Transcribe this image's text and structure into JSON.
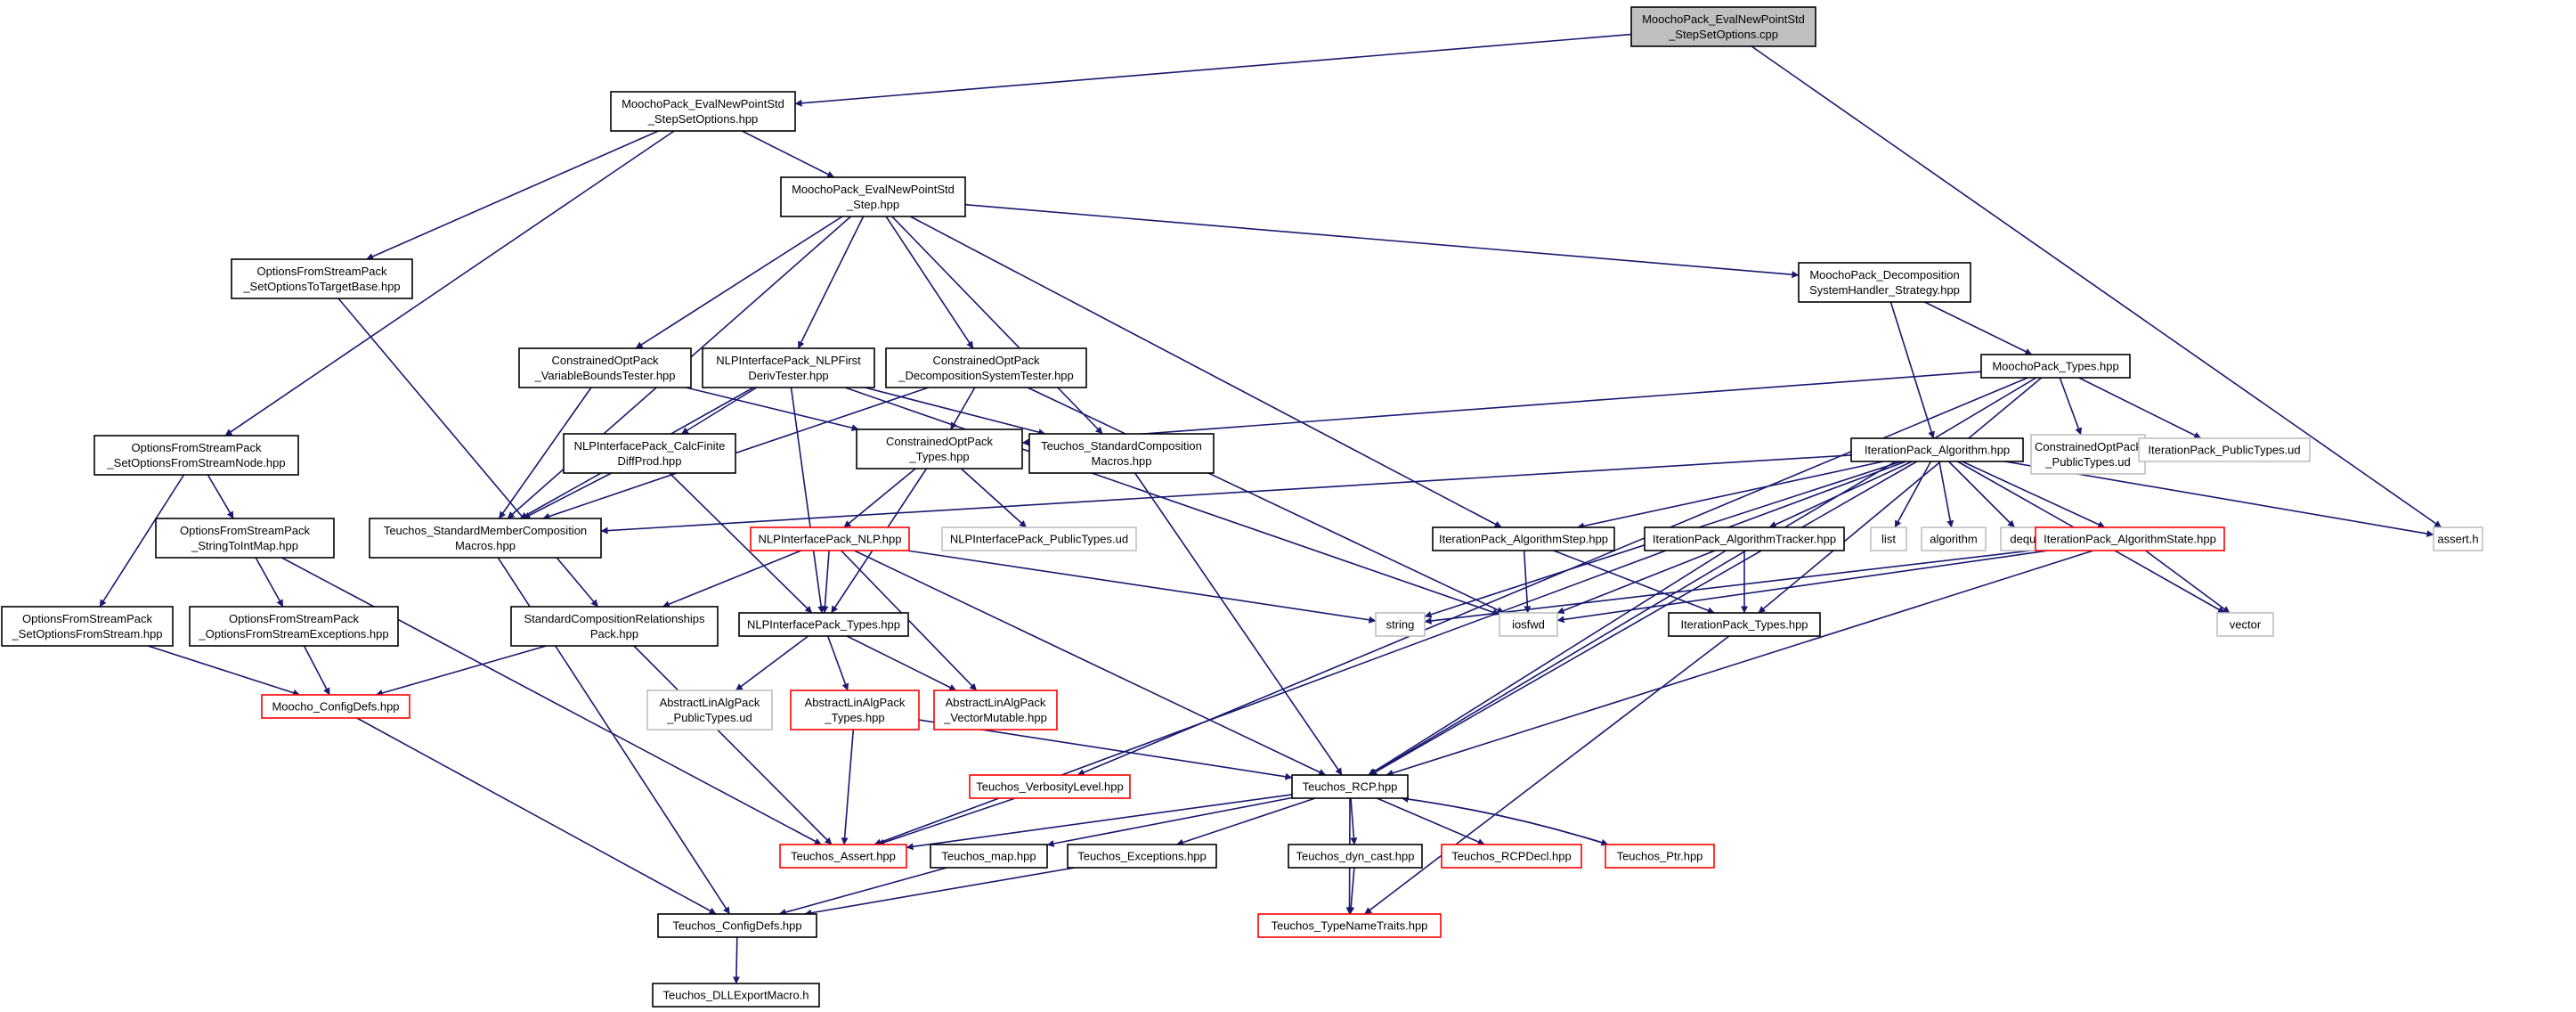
{
  "colors": {
    "edge": "#191970",
    "node_border_default": "#000000",
    "node_border_incomplete": "#ff0000",
    "node_border_external": "#bfbfbf",
    "root_fill": "#bfbfbf"
  },
  "nodes": [
    {
      "id": "root",
      "lines": [
        "MoochoPack_EvalNewPointStd",
        "_StepSetOptions.cpp"
      ],
      "kind": "root"
    },
    {
      "id": "stepsetopt_hpp",
      "lines": [
        "MoochoPack_EvalNewPointStd",
        "_StepSetOptions.hpp"
      ],
      "kind": "normal"
    },
    {
      "id": "step_hpp",
      "lines": [
        "MoochoPack_EvalNewPointStd",
        "_Step.hpp"
      ],
      "kind": "normal"
    },
    {
      "id": "ofs_settarget",
      "lines": [
        "OptionsFromStreamPack",
        "_SetOptionsToTargetBase.hpp"
      ],
      "kind": "normal"
    },
    {
      "id": "decomp_strategy",
      "lines": [
        "MoochoPack_Decomposition",
        "SystemHandler_Strategy.hpp"
      ],
      "kind": "normal"
    },
    {
      "id": "moocho_types",
      "lines": [
        "MoochoPack_Types.hpp"
      ],
      "kind": "normal"
    },
    {
      "id": "varbounds",
      "lines": [
        "ConstrainedOptPack",
        "_VariableBoundsTester.hpp"
      ],
      "kind": "normal"
    },
    {
      "id": "nlpfirst",
      "lines": [
        "NLPInterfacePack_NLPFirst",
        "DerivTester.hpp"
      ],
      "kind": "normal"
    },
    {
      "id": "decompsystester",
      "lines": [
        "ConstrainedOptPack",
        "_DecompositionSystemTester.hpp"
      ],
      "kind": "normal"
    },
    {
      "id": "ofs_node",
      "lines": [
        "OptionsFromStreamPack",
        "_SetOptionsFromStreamNode.hpp"
      ],
      "kind": "normal"
    },
    {
      "id": "calcfinite",
      "lines": [
        "NLPInterfacePack_CalcFinite",
        "DiffProd.hpp"
      ],
      "kind": "normal"
    },
    {
      "id": "cop_types",
      "lines": [
        "ConstrainedOptPack",
        "_Types.hpp"
      ],
      "kind": "normal"
    },
    {
      "id": "std_comp_macros",
      "lines": [
        "Teuchos_StandardComposition",
        "Macros.hpp"
      ],
      "kind": "normal"
    },
    {
      "id": "iter_alg",
      "lines": [
        "IterationPack_Algorithm.hpp"
      ],
      "kind": "normal"
    },
    {
      "id": "cop_publictypes",
      "lines": [
        "ConstrainedOptPack",
        "_PublicTypes.ud"
      ],
      "kind": "external"
    },
    {
      "id": "iter_publictypes",
      "lines": [
        "IterationPack_PublicTypes.ud"
      ],
      "kind": "external"
    },
    {
      "id": "ofs_stringtoint",
      "lines": [
        "OptionsFromStreamPack",
        "_StringToIntMap.hpp"
      ],
      "kind": "normal"
    },
    {
      "id": "std_member_macros",
      "lines": [
        "Teuchos_StandardMemberComposition",
        "Macros.hpp"
      ],
      "kind": "normal"
    },
    {
      "id": "nlp_hpp",
      "lines": [
        "NLPInterfacePack_NLP.hpp"
      ],
      "kind": "incomplete"
    },
    {
      "id": "nlp_publictypes",
      "lines": [
        "NLPInterfacePack_PublicTypes.ud"
      ],
      "kind": "external"
    },
    {
      "id": "iter_algstep",
      "lines": [
        "IterationPack_AlgorithmStep.hpp"
      ],
      "kind": "normal"
    },
    {
      "id": "iter_algtracker",
      "lines": [
        "IterationPack_AlgorithmTracker.hpp"
      ],
      "kind": "normal"
    },
    {
      "id": "list",
      "lines": [
        "list"
      ],
      "kind": "external"
    },
    {
      "id": "algorithm",
      "lines": [
        "algorithm"
      ],
      "kind": "external"
    },
    {
      "id": "deque",
      "lines": [
        "deque"
      ],
      "kind": "external"
    },
    {
      "id": "iter_algstate",
      "lines": [
        "IterationPack_AlgorithmState.hpp"
      ],
      "kind": "incomplete"
    },
    {
      "id": "assert_h",
      "lines": [
        "assert.h"
      ],
      "kind": "external"
    },
    {
      "id": "ofs_setopt",
      "lines": [
        "OptionsFromStreamPack",
        "_SetOptionsFromStream.hpp"
      ],
      "kind": "normal"
    },
    {
      "id": "ofs_exceptions",
      "lines": [
        "OptionsFromStreamPack",
        "_OptionsFromStreamExceptions.hpp"
      ],
      "kind": "normal"
    },
    {
      "id": "std_comp_rel",
      "lines": [
        "StandardCompositionRelationships",
        "Pack.hpp"
      ],
      "kind": "normal"
    },
    {
      "id": "nlp_types",
      "lines": [
        "NLPInterfacePack_Types.hpp"
      ],
      "kind": "normal"
    },
    {
      "id": "string",
      "lines": [
        "string"
      ],
      "kind": "external"
    },
    {
      "id": "iosfwd",
      "lines": [
        "iosfwd"
      ],
      "kind": "external"
    },
    {
      "id": "iter_types",
      "lines": [
        "IterationPack_Types.hpp"
      ],
      "kind": "normal"
    },
    {
      "id": "vector",
      "lines": [
        "vector"
      ],
      "kind": "external"
    },
    {
      "id": "moocho_configdefs",
      "lines": [
        "Moocho_ConfigDefs.hpp"
      ],
      "kind": "incomplete"
    },
    {
      "id": "ala_publictypes",
      "lines": [
        "AbstractLinAlgPack",
        "_PublicTypes.ud"
      ],
      "kind": "external"
    },
    {
      "id": "ala_types",
      "lines": [
        "AbstractLinAlgPack",
        "_Types.hpp"
      ],
      "kind": "incomplete"
    },
    {
      "id": "ala_vecmut",
      "lines": [
        "AbstractLinAlgPack",
        "_VectorMutable.hpp"
      ],
      "kind": "incomplete"
    },
    {
      "id": "verbosity",
      "lines": [
        "Teuchos_VerbosityLevel.hpp"
      ],
      "kind": "incomplete"
    },
    {
      "id": "rcp",
      "lines": [
        "Teuchos_RCP.hpp"
      ],
      "kind": "normal"
    },
    {
      "id": "t_assert",
      "lines": [
        "Teuchos_Assert.hpp"
      ],
      "kind": "incomplete"
    },
    {
      "id": "t_map",
      "lines": [
        "Teuchos_map.hpp"
      ],
      "kind": "normal"
    },
    {
      "id": "t_exceptions",
      "lines": [
        "Teuchos_Exceptions.hpp"
      ],
      "kind": "normal"
    },
    {
      "id": "t_dyncast",
      "lines": [
        "Teuchos_dyn_cast.hpp"
      ],
      "kind": "normal"
    },
    {
      "id": "t_rcpdecl",
      "lines": [
        "Teuchos_RCPDecl.hpp"
      ],
      "kind": "incomplete"
    },
    {
      "id": "t_ptr",
      "lines": [
        "Teuchos_Ptr.hpp"
      ],
      "kind": "incomplete"
    },
    {
      "id": "t_typenametraits",
      "lines": [
        "Teuchos_TypeNameTraits.hpp"
      ],
      "kind": "incomplete"
    },
    {
      "id": "t_configdefs",
      "lines": [
        "Teuchos_ConfigDefs.hpp"
      ],
      "kind": "normal"
    },
    {
      "id": "t_dllexport",
      "lines": [
        "Teuchos_DLLExportMacro.h"
      ],
      "kind": "normal"
    }
  ],
  "edges": [
    [
      "root",
      "stepsetopt_hpp"
    ],
    [
      "root",
      "assert_h"
    ],
    [
      "stepsetopt_hpp",
      "step_hpp"
    ],
    [
      "stepsetopt_hpp",
      "ofs_settarget"
    ],
    [
      "stepsetopt_hpp",
      "ofs_node"
    ],
    [
      "step_hpp",
      "decomp_strategy"
    ],
    [
      "step_hpp",
      "varbounds"
    ],
    [
      "step_hpp",
      "nlpfirst"
    ],
    [
      "step_hpp",
      "decompsystester"
    ],
    [
      "step_hpp",
      "std_comp_macros"
    ],
    [
      "step_hpp",
      "std_member_macros"
    ],
    [
      "step_hpp",
      "iter_algstep"
    ],
    [
      "ofs_settarget",
      "std_comp_rel"
    ],
    [
      "decomp_strategy",
      "moocho_types"
    ],
    [
      "decomp_strategy",
      "iter_alg"
    ],
    [
      "moocho_types",
      "cop_types"
    ],
    [
      "moocho_types",
      "cop_publictypes"
    ],
    [
      "moocho_types",
      "iter_publictypes"
    ],
    [
      "moocho_types",
      "verbosity"
    ],
    [
      "moocho_types",
      "rcp"
    ],
    [
      "moocho_types",
      "iter_types"
    ],
    [
      "varbounds",
      "cop_types"
    ],
    [
      "varbounds",
      "std_member_macros"
    ],
    [
      "nlpfirst",
      "calcfinite"
    ],
    [
      "nlpfirst",
      "std_member_macros"
    ],
    [
      "nlpfirst",
      "std_comp_macros"
    ],
    [
      "nlpfirst",
      "iosfwd"
    ],
    [
      "nlpfirst",
      "nlp_types"
    ],
    [
      "decompsystester",
      "cop_types"
    ],
    [
      "decompsystester",
      "std_member_macros"
    ],
    [
      "decompsystester",
      "iosfwd"
    ],
    [
      "ofs_node",
      "ofs_stringtoint"
    ],
    [
      "ofs_node",
      "ofs_setopt"
    ],
    [
      "calcfinite",
      "std_member_macros"
    ],
    [
      "calcfinite",
      "nlp_types"
    ],
    [
      "cop_types",
      "nlp_hpp"
    ],
    [
      "cop_types",
      "nlp_publictypes"
    ],
    [
      "cop_types",
      "nlp_types"
    ],
    [
      "std_comp_macros",
      "rcp"
    ],
    [
      "iter_alg",
      "std_member_macros"
    ],
    [
      "iter_alg",
      "iter_algstep"
    ],
    [
      "iter_alg",
      "iter_algtracker"
    ],
    [
      "iter_alg",
      "list"
    ],
    [
      "iter_alg",
      "algorithm"
    ],
    [
      "iter_alg",
      "deque"
    ],
    [
      "iter_alg",
      "iter_algstate"
    ],
    [
      "iter_alg",
      "assert_h"
    ],
    [
      "iter_alg",
      "string"
    ],
    [
      "iter_alg",
      "vector"
    ],
    [
      "iter_alg",
      "t_assert"
    ],
    [
      "iter_alg",
      "rcp"
    ],
    [
      "ofs_stringtoint",
      "ofs_exceptions"
    ],
    [
      "ofs_stringtoint",
      "t_assert"
    ],
    [
      "std_member_macros",
      "t_configdefs"
    ],
    [
      "nlp_hpp",
      "std_comp_rel"
    ],
    [
      "nlp_hpp",
      "nlp_types"
    ],
    [
      "nlp_hpp",
      "string"
    ],
    [
      "nlp_hpp",
      "ala_vecmut"
    ],
    [
      "nlp_hpp",
      "rcp"
    ],
    [
      "iter_algstep",
      "iosfwd"
    ],
    [
      "iter_algstep",
      "iter_types"
    ],
    [
      "iter_algtracker",
      "iosfwd"
    ],
    [
      "iter_algtracker",
      "iter_types"
    ],
    [
      "iter_algtracker",
      "rcp"
    ],
    [
      "iter_algstate",
      "string"
    ],
    [
      "iter_algstate",
      "iosfwd"
    ],
    [
      "iter_algstate",
      "vector"
    ],
    [
      "iter_algstate",
      "rcp"
    ],
    [
      "ofs_setopt",
      "moocho_configdefs"
    ],
    [
      "ofs_exceptions",
      "moocho_configdefs"
    ],
    [
      "std_comp_rel",
      "moocho_configdefs"
    ],
    [
      "std_comp_rel",
      "t_assert"
    ],
    [
      "nlp_types",
      "ala_publictypes"
    ],
    [
      "nlp_types",
      "ala_types"
    ],
    [
      "nlp_types",
      "ala_vecmut"
    ],
    [
      "iter_types",
      "t_typenametraits"
    ],
    [
      "moocho_configdefs",
      "t_configdefs"
    ],
    [
      "ala_types",
      "t_assert"
    ],
    [
      "ala_types",
      "rcp"
    ],
    [
      "verbosity",
      "t_assert"
    ],
    [
      "rcp",
      "t_assert"
    ],
    [
      "rcp",
      "t_map"
    ],
    [
      "rcp",
      "t_exceptions"
    ],
    [
      "rcp",
      "t_dyncast"
    ],
    [
      "rcp",
      "t_rcpdecl"
    ],
    [
      "rcp",
      "t_ptr"
    ],
    [
      "rcp",
      "t_typenametraits"
    ],
    [
      "t_ptr",
      "rcp"
    ],
    [
      "t_map",
      "t_configdefs"
    ],
    [
      "t_exceptions",
      "t_configdefs"
    ],
    [
      "t_dyncast",
      "t_typenametraits"
    ],
    [
      "t_configdefs",
      "t_dllexport"
    ]
  ]
}
